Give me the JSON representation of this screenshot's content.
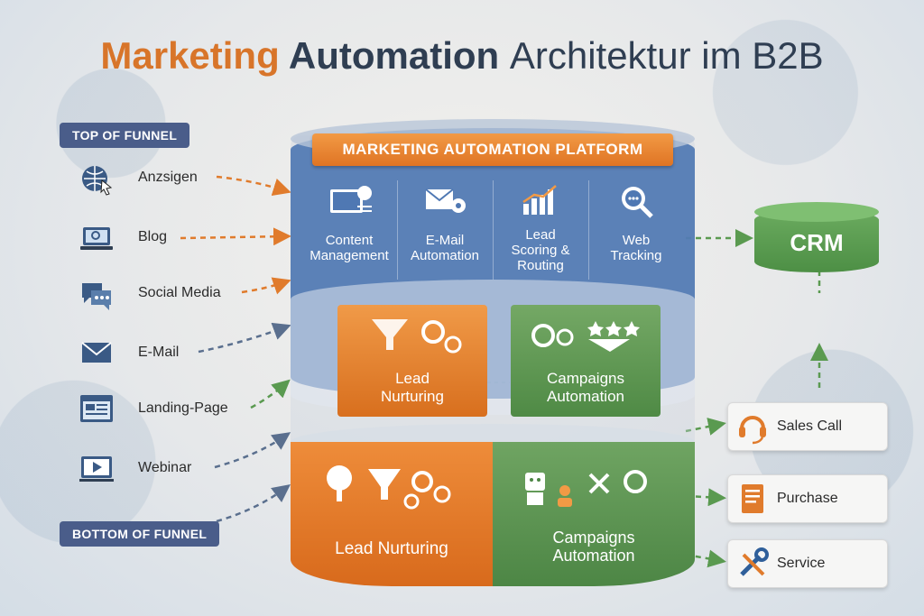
{
  "title": {
    "part1": "Marketing",
    "part2": "Automation",
    "part3": "Architektur im B2B"
  },
  "funnel": {
    "top": "TOP OF FUNNEL",
    "bottom": "BOTTOM OF FUNNEL"
  },
  "sources": [
    {
      "label": "Anzsigen",
      "icon": "web-click-icon"
    },
    {
      "label": "Blog",
      "icon": "laptop-icon"
    },
    {
      "label": "Social Media",
      "icon": "chat-icon"
    },
    {
      "label": "E-Mail",
      "icon": "envelope-icon"
    },
    {
      "label": "Landing-Page",
      "icon": "browser-icon"
    },
    {
      "label": "Webinar",
      "icon": "video-icon"
    }
  ],
  "platform": {
    "banner": "MARKETING AUTOMATION PLATFORM",
    "modules": [
      {
        "line1": "Content",
        "line2": "Management",
        "icon": "content-icon"
      },
      {
        "line1": "E-Mail",
        "line2": "Automation",
        "icon": "email-gear-icon"
      },
      {
        "line1": "Lead",
        "line2": "Scoring &",
        "line3": "Routing",
        "icon": "chart-icon"
      },
      {
        "line1": "Web",
        "line2": "Tracking",
        "icon": "magnifier-icon"
      }
    ]
  },
  "middle": {
    "lead": {
      "line1": "Lead",
      "line2": "Nurturing"
    },
    "campaigns": {
      "line1": "Campaigns",
      "line2": "Automation"
    }
  },
  "bottom": {
    "lead": "Lead Nurturing",
    "campaigns": {
      "line1": "Campaigns",
      "line2": "Automation"
    }
  },
  "crm": "CRM",
  "outputs": [
    {
      "label": "Sales Call",
      "icon": "headset-icon"
    },
    {
      "label": "Purchase",
      "icon": "document-icon"
    },
    {
      "label": "Service",
      "icon": "tools-icon"
    }
  ],
  "colors": {
    "orange": "#e07b2c",
    "blue": "#4f78b3",
    "green": "#5a9a50",
    "navy": "#2f3e52"
  }
}
